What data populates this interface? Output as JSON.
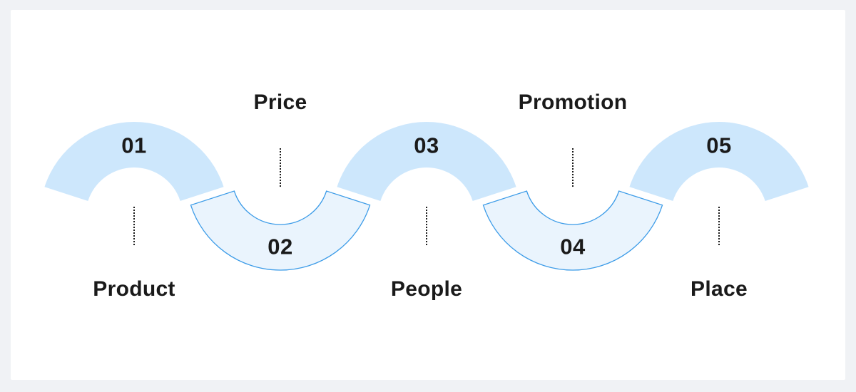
{
  "theme": {
    "bg": "#f0f2f5",
    "card": "#ffffff",
    "arc-top-fill": "#cde7fc",
    "arc-bottom-fill": "#eaf4fd",
    "arc-bottom-stroke": "#3d9ce8",
    "text": "#1a1a1a",
    "connector": "#1c1c1c"
  },
  "steps": [
    {
      "number": "01",
      "label": "Product"
    },
    {
      "number": "02",
      "label": "Price"
    },
    {
      "number": "03",
      "label": "People"
    },
    {
      "number": "04",
      "label": "Promotion"
    },
    {
      "number": "05",
      "label": "Place"
    }
  ]
}
